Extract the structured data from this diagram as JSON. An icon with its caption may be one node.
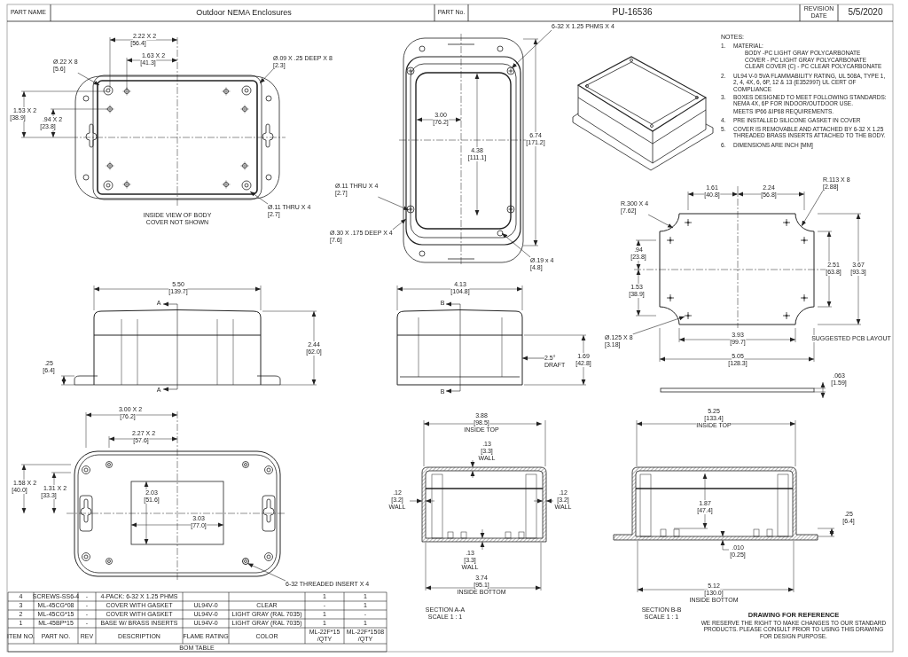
{
  "diagram": {
    "nodes": [
      {
        "text": [
          "Ø.22 X 8",
          "[5.6]"
        ]
      },
      {
        "text": [
          "Ø.09 X .25 DEEP X 8",
          "[2.3]"
        ]
      },
      {
        "text": [
          "Ø.11 THRU X 4",
          "[2.7]"
        ]
      },
      {
        "text": [
          "Ø.11 THRU X 4",
          "[2.7]"
        ]
      },
      {
        "text": [
          "Ø.30 X .175 DEEP X 4",
          "[7.6]"
        ]
      },
      {
        "text": [
          "6-32 X 1.25 PHMS X 4"
        ]
      },
      {
        "text": [
          "Ø.19 x 4",
          "[4.8]"
        ]
      },
      {
        "text": [
          "R.300 X 4",
          "[7.62]"
        ]
      },
      {
        "text": [
          "R.113 X 8",
          "[2.88]"
        ]
      },
      {
        "text": [
          "Ø.125 X 8",
          "[3.18]"
        ]
      },
      {
        "text": [
          "2.5°",
          "DRAFT"
        ]
      },
      {
        "text": [
          "6-32 THREADED INSERT X 4"
        ]
      },
      {
        "text": [],
        "shape": "box"
      },
      {
        "text": [],
        "shape": "circle"
      },
      {
        "text": [],
        "shape": "box"
      }
    ],
    "edges": [
      {
        "from": 0,
        "to": null,
        "arrow": "to"
      },
      {
        "from": 1,
        "to": null,
        "arrow": "to"
      },
      {
        "from": 2,
        "to": null,
        "arrow": "to"
      },
      {
        "from": 3,
        "to": null,
        "arrow": "to"
      },
      {
        "from": 4,
        "to": null,
        "arrow": "to"
      },
      {
        "from": 5,
        "to": null,
        "arrow": "to"
      },
      {
        "from": 6,
        "to": null,
        "arrow": "to"
      },
      {
        "from": 7,
        "to": 12,
        "arrow": "to"
      },
      {
        "from": 8,
        "to": 12,
        "arrow": "to"
      },
      {
        "from": 9,
        "to": 12,
        "arrow": "to"
      },
      {
        "from": 10,
        "to": 14,
        "arrow": "to"
      },
      {
        "from": 11,
        "to": 13,
        "arrow": "to"
      }
    ],
    "labels": [
      "PART NAME",
      "Outdoor NEMA Enclosures",
      "PART No.",
      "PU-16536",
      "REVISION DATE",
      "5/5/2020",
      "2.22 X 2",
      "[56.4]",
      "1.63 X 2",
      "[41.3]",
      "1.53 X 2",
      "[38.9]",
      ".94 X 2",
      "[23.8]",
      "INSIDE VIEW OF BODY",
      "COVER NOT SHOWN",
      "3.00",
      "[76.2]",
      "4.38",
      "[111.1]",
      "6.74",
      "[171.2]",
      "NOTES:",
      "1.",
      "MATERIAL:",
      "BODY -PC LIGHT GRAY POLYCARBONATE",
      "COVER - PC LIGHT GRAY POLYCARBONATE",
      "CLEAR COVER (C) - PC CLEAR POLYCARBONATE",
      "2.",
      "UL94 V-0 5VA FLAMMABILITY RATING, UL 508A, TYPE 1, 2, 4, 4X, 6, 6P, 12 & 13 (E352997) UL CERT OF COMPLIANCE",
      "3.",
      "BOXES DESIGNED TO MEET FOLLOWING STANDARDS: NEMA 4X, 6P FOR INDOOR/OUTDOOR USE.",
      "MEETS IP66 &IP68 REQUIREMENTS.",
      "4.",
      "PRE INSTALLED SILICONE GASKET IN COVER",
      "5.",
      "COVER IS REMOVABLE AND ATTACHED BY 6-32 X 1.25 THREADED BRASS INSERTS ATTACHED TO THE BODY.",
      "6.",
      "DIMENSIONS ARE INCH [MM]",
      "1.61",
      "[40.8]",
      "2.24",
      "[56.8]",
      ".94",
      "[23.8]",
      "1.53",
      "[38.9]",
      "2.51",
      "[63.8]",
      "3.67",
      "[93.3]",
      "3.93",
      "[99.7]",
      "5.05",
      "[128.3]",
      "SUGGESTED PCB LAYOUT",
      ".063",
      "[1.59]",
      "5.50",
      "[139.7]",
      "A",
      "A",
      "2.44",
      "[62.0]",
      ".25",
      "[6.4]",
      "4.13",
      "[104.8]",
      "B",
      "B",
      "1.69",
      "[42.8]",
      "3.00 X 2",
      "[76.2]",
      "2.27 X 2",
      "[57.6]",
      "1.58 X 2",
      "[40.0]",
      "1.31 X 2",
      "[33.3]",
      "2.03",
      "[51.6]",
      "3.03",
      "[77.0]",
      "3.88",
      "[98.5]",
      "INSIDE TOP",
      ".13",
      "[3.3]",
      "WALL",
      ".12",
      "[3.2]",
      "WALL",
      ".12",
      "[3.2]",
      "WALL",
      ".13",
      "[3.3]",
      "WALL",
      "3.74",
      "[95.1]",
      "INSIDE BOTTOM",
      "SECTION A-A",
      "SCALE 1 : 1",
      "5.25",
      "[133.4]",
      "INSIDE TOP",
      "1.87",
      "[47.4]",
      ".25",
      "[6.4]",
      ".010",
      "[0.25]",
      "5.12",
      "[130.0]",
      "INSIDE BOTTOM",
      "SECTION B-B",
      "SCALE 1 : 1",
      "DRAWING FOR REFERENCE",
      "WE RESERVE THE RIGHT TO MAKE CHANGES TO OUR STANDARD PRODUCTS. PLEASE CONSULT PRIOR TO USING THIS DRAWING FOR DESIGN PURPOSE.",
      "4",
      "SCREWS-SS6-4",
      "-",
      "4-PACK: 6-32 X 1.25 PHMS",
      "1",
      "1",
      "3",
      "ML-45CG*08",
      "-",
      "COVER WITH GASKET",
      "UL94V-0",
      "CLEAR",
      "-",
      "1",
      "2",
      "ML-45CG*15",
      "-",
      "COVER WITH GASKET",
      "UL94V-0",
      "LIGHT GRAY (RAL 7035)",
      "1",
      "-",
      "1",
      "ML-45BP*15",
      "-",
      "BASE W/ BRASS INSERTS",
      "UL94V-0",
      "LIGHT GRAY (RAL 7035)",
      "1",
      "1",
      "ITEM NO.",
      "PART NO.",
      "REV",
      "DESCRIPTION",
      "FLAME RATING",
      "COLOR",
      "ML-22F*15 /QTY",
      "ML-22F*1508 /QTY",
      "BOM TABLE"
    ]
  }
}
